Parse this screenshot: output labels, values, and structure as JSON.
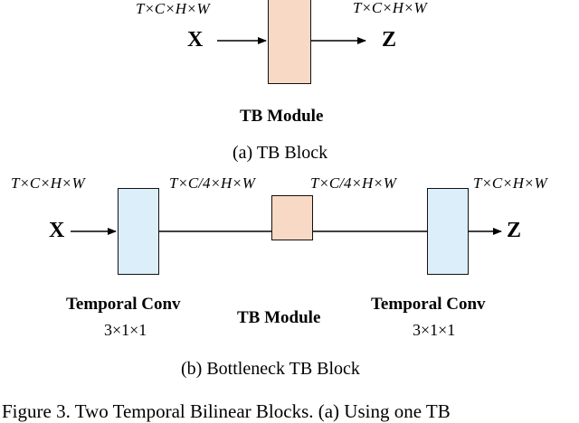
{
  "panel_a": {
    "dim_in": "T×C×H×W",
    "dim_out": "T×C×H×W",
    "input": "X",
    "output": "Z",
    "module_label": "TB Module",
    "caption": "(a) TB Block",
    "colors": {
      "tb_fill": "#f8d9c6"
    }
  },
  "panel_b": {
    "dim_in": "T×C×H×W",
    "dim_mid1": "T×C/4×H×W",
    "dim_mid2": "T×C/4×H×W",
    "dim_out": "T×C×H×W",
    "input": "X",
    "output": "Z",
    "conv1_label": "Temporal Conv",
    "conv1_kernel": "3×1×1",
    "tb_label": "TB Module",
    "conv2_label": "Temporal Conv",
    "conv2_kernel": "3×1×1",
    "caption": "(b) Bottleneck TB Block",
    "colors": {
      "conv_fill": "#dbeef9",
      "tb_fill": "#f8d9c6"
    }
  },
  "figure_caption": "Figure 3. Two Temporal Bilinear Blocks. (a) Using one TB"
}
